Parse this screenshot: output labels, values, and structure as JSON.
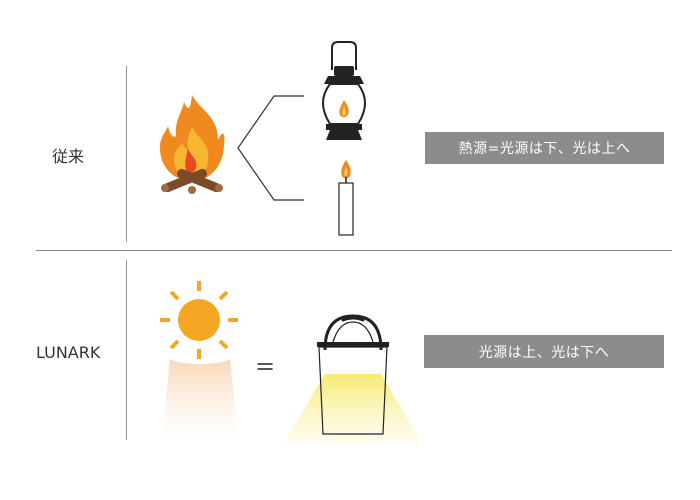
{
  "rows": {
    "conventional": {
      "label": "従来",
      "caption": "熱源=光源は下、光は上へ"
    },
    "lunark": {
      "label": "LUNARK",
      "caption": "光源は上、光は下へ"
    }
  },
  "equals_sign": "=",
  "colors": {
    "flame_orange": "#f08a1e",
    "flame_yellow": "#f7b733",
    "sun": "#f5a623",
    "log_brown": "#7a4b2a",
    "glow": "#f9ef9c",
    "caption_bg": "#8c8c8c",
    "divider": "#888888"
  },
  "icons": {
    "campfire": "campfire-icon",
    "lantern": "lantern-icon",
    "candle": "candle-icon",
    "sun": "sun-icon",
    "lunark_lamp": "lunark-lamp-icon"
  }
}
